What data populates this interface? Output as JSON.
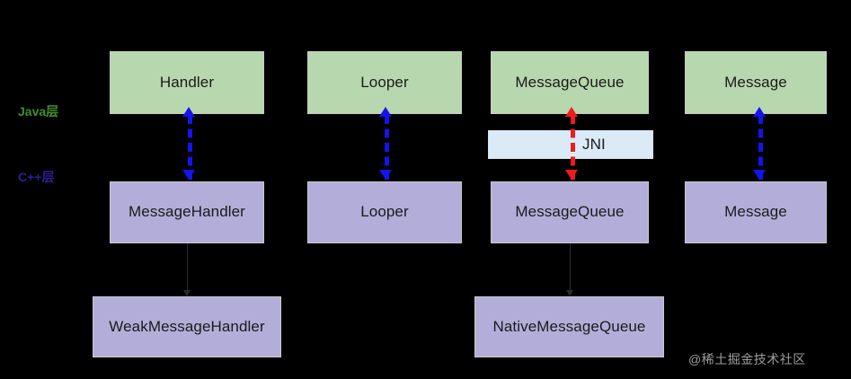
{
  "diagram": {
    "background_color": "#000000",
    "title_text": "",
    "legend": [
      {
        "label": "Java层",
        "color": "#3f8f2f",
        "name": "legend-java-layer"
      },
      {
        "label": "C++层",
        "color": "#2b1f8f",
        "name": "legend-cpp-layer"
      }
    ],
    "layers": {
      "java_fill": "#b7d7ae",
      "cpp_fill": "#b3aed9",
      "jni_fill": "#daeaf6",
      "border": "#c8c8cc"
    },
    "rows": {
      "java_row": [
        {
          "label": "Handler"
        },
        {
          "label": "Looper"
        },
        {
          "label": "MessageQueue"
        },
        {
          "label": "Message"
        }
      ],
      "jni_band": {
        "label": "JNI"
      },
      "cpp_row": [
        {
          "label": "MessageHandler"
        },
        {
          "label": "Looper"
        },
        {
          "label": "MessageQueue"
        },
        {
          "label": "Message"
        }
      ],
      "native_row": [
        {
          "label": "WeakMessageHandler"
        },
        {
          "label": "NativeMessageQueue"
        }
      ]
    },
    "connectors": [
      {
        "name": "handler-link",
        "style": "dashed",
        "color": "#1414ec",
        "arrows": "both"
      },
      {
        "name": "looper-link",
        "style": "dashed",
        "color": "#1414ec",
        "arrows": "both"
      },
      {
        "name": "messagequeue-jni-link",
        "style": "dashed",
        "color": "#ed1c1c",
        "arrows": "both"
      },
      {
        "name": "message-link",
        "style": "dashed",
        "color": "#1414ec",
        "arrows": "both"
      },
      {
        "name": "messagehandler-to-weak-link",
        "style": "solid",
        "color": "#2a2a33",
        "arrows": "down"
      },
      {
        "name": "messagequeue-to-native-link",
        "style": "solid",
        "color": "#2a2a33",
        "arrows": "down"
      }
    ],
    "watermark": {
      "text": "@稀土掘金技术社区"
    }
  }
}
